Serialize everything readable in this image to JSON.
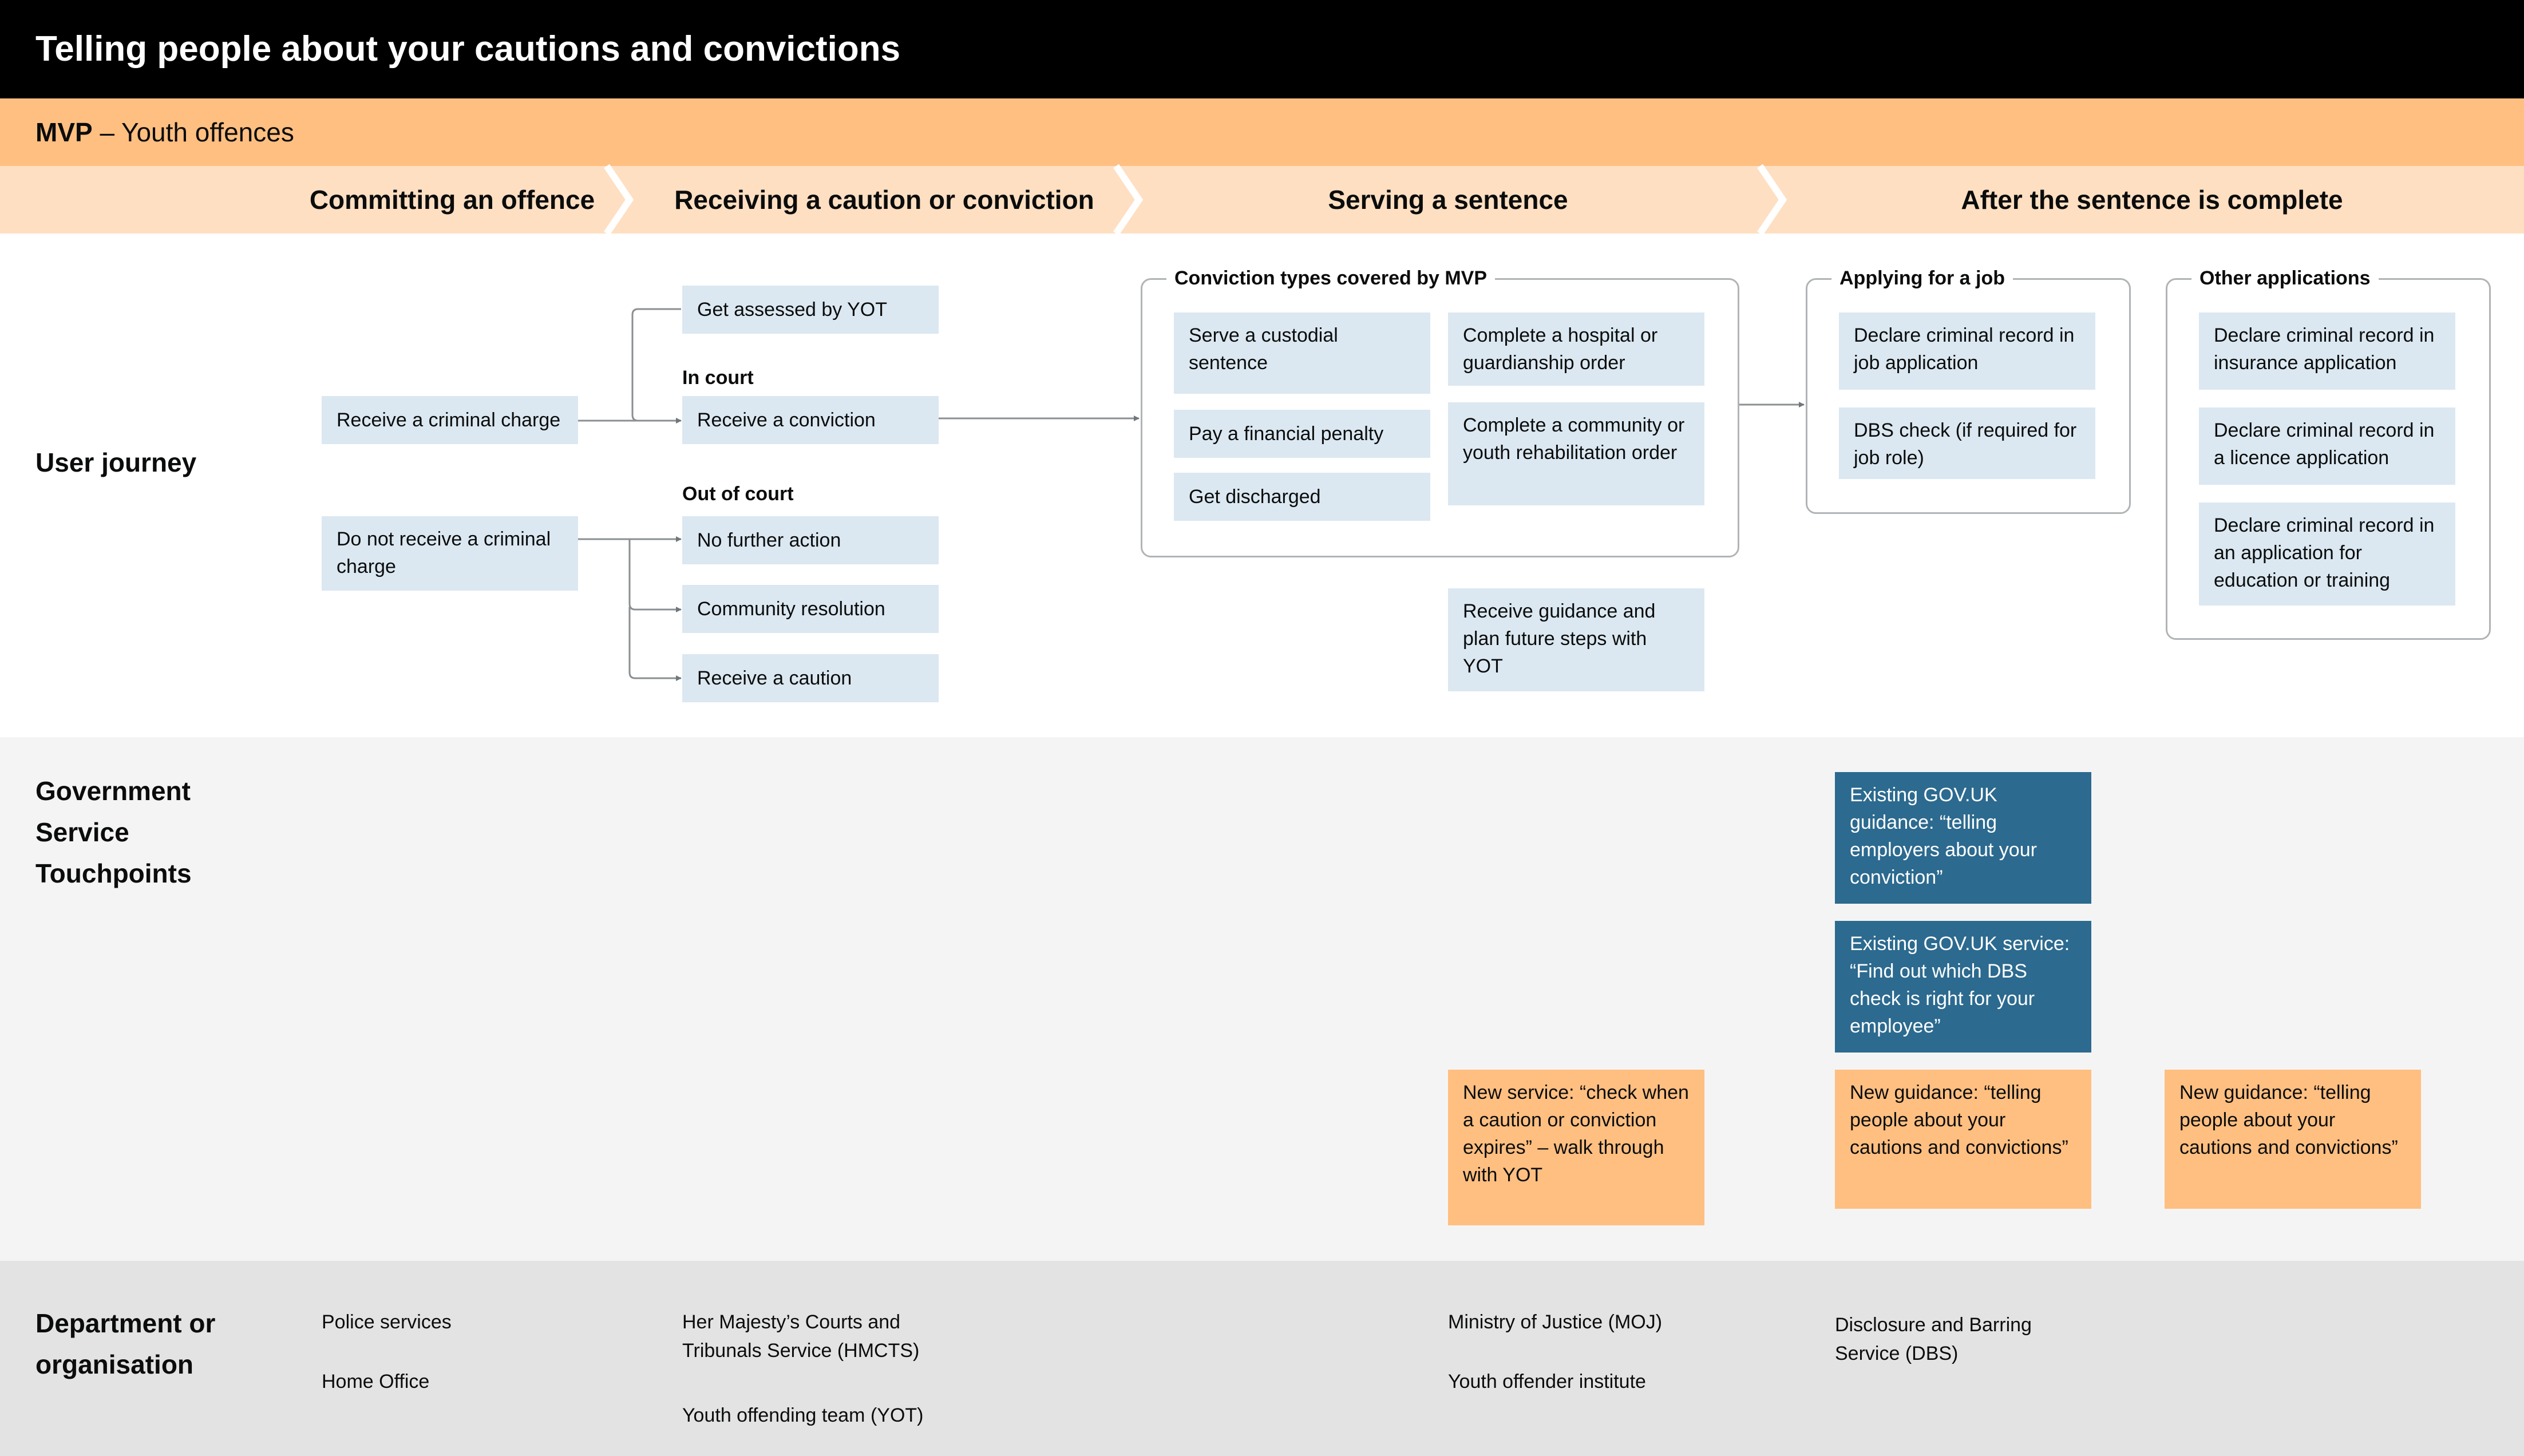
{
  "title": "Telling people about your cautions and convictions",
  "mvp": {
    "bold": "MVP",
    "rest": " – Youth offences"
  },
  "stages": [
    "Committing an offence",
    "Receiving a caution or conviction",
    "Serving a sentence",
    "After the sentence is complete"
  ],
  "rows": {
    "user_journey": "User journey",
    "government": [
      "Government",
      "Service",
      "Touchpoints"
    ],
    "department": [
      "Department or",
      "organisation"
    ]
  },
  "offence": {
    "charge": "Receive a criminal charge",
    "no_charge": "Do not receive a criminal charge"
  },
  "caution": {
    "assessed": "Get assessed by YOT",
    "in_court": "In court",
    "conviction": "Receive a conviction",
    "out_of_court": "Out of court",
    "no_further_action": "No further action",
    "community_resolution": "Community resolution",
    "receive_caution": "Receive a caution"
  },
  "sentence": {
    "group_title": "Conviction types covered by MVP",
    "custodial": "Serve a custodial sentence",
    "financial": "Pay a financial penalty",
    "discharged": "Get discharged",
    "hospital": "Complete a hospital or guardianship order",
    "community": "Complete a community or youth rehabilitation order",
    "guidance": "Receive guidance and plan future steps with YOT"
  },
  "after": {
    "job_title": "Applying for a job",
    "declare_job": "Declare criminal record in job application",
    "dbs_check": "DBS check (if required for job role)",
    "other_title": "Other applications",
    "declare_insurance": "Declare criminal record in insurance application",
    "declare_licence": "Declare criminal record in a licence application",
    "declare_education": "Declare criminal record in an application for education or training"
  },
  "touchpoints": {
    "existing_guidance": "Existing GOV.UK guidance: “telling employers about your conviction”",
    "existing_service": "Existing GOV.UK service: “Find out which DBS check is right for your employee”",
    "new_service": "New service: “check when a caution or conviction expires” – walk through with YOT",
    "new_guidance_1": "New guidance: “telling people about your cautions and convictions”",
    "new_guidance_2": "New guidance: “telling people about your cautions and convictions”"
  },
  "orgs": {
    "police": "Police services",
    "home_office": "Home Office",
    "hmcts": "Her Majesty’s Courts and Tribunals Service (HMCTS)",
    "yot": "Youth offending team (YOT)",
    "moj": "Ministry of Justice (MOJ)",
    "yoi": "Youth offender institute",
    "dbs": "Disclosure and Barring Service (DBS)"
  },
  "colors": {
    "title_bg": "#000000",
    "mvp_bg": "#ffbf81",
    "stage_bg": "#ffdfc2",
    "box_light": "#dbe8f1",
    "box_blue": "#2c6a8f",
    "box_orange": "#ffbf81",
    "band_grey": "#f4f4f4",
    "band_dark": "#e3e3e3"
  }
}
